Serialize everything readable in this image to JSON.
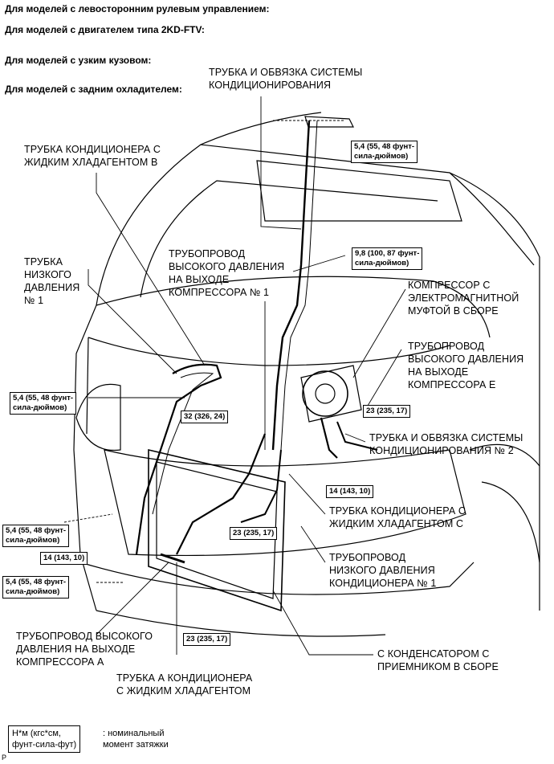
{
  "header_lines": [
    "Для моделей с левосторонним рулевым управлением:",
    "Для моделей с двигателем типа 2KD-FTV:",
    "Для моделей с узким кузовом:",
    "Для моделей с задним охладителем:"
  ],
  "part_labels": {
    "ac_tube_accessory": [
      "ТРУБКА И ОБВЯЗКА СИСТЕМЫ",
      "КОНДИЦИОНИРОВАНИЯ"
    ],
    "liquid_tube_b": [
      "ТРУБКА КОНДИЦИОНЕРА С",
      "ЖИДКИМ ХЛАДАГЕНТОМ В"
    ],
    "low_pressure_tube_1": [
      "ТРУБКА",
      "НИЗКОГО",
      "ДАВЛЕНИЯ",
      "№ 1"
    ],
    "discharge_hose_1": [
      "ТРУБОПРОВОД",
      "ВЫСОКОГО ДАВЛЕНИЯ",
      "НА ВЫХОДЕ",
      "КОМПРЕССОРА № 1"
    ],
    "compressor": [
      "КОМПРЕССОР С",
      "ЭЛЕКТРОМАГНИТНОЙ",
      "МУФТОЙ В СБОРЕ"
    ],
    "discharge_hose_e": [
      "ТРУБОПРОВОД",
      "ВЫСОКОГО ДАВЛЕНИЯ",
      "НА ВЫХОДЕ",
      "КОМПРЕССОРА Е"
    ],
    "ac_tube_accessory_2": [
      "ТРУБКА И ОБВЯЗКА СИСТЕМЫ",
      "КОНДИЦИОНИРОВАНИЯ № 2"
    ],
    "liquid_tube_c": [
      "ТРУБКА КОНДИЦИОНЕРА С",
      "ЖИДКИМ ХЛАДАГЕНТОМ С"
    ],
    "low_pressure_hose_1": [
      "ТРУБОПРОВОД",
      "НИЗКОГО ДАВЛЕНИЯ",
      "КОНДИЦИОНЕРА № 1"
    ],
    "condenser": [
      "С КОНДЕНСАТОРОМ С",
      "ПРИЕМНИКОМ В СБОРЕ"
    ],
    "discharge_hose_a": [
      "ТРУБОПРОВОД ВЫСОКОГО",
      "ДАВЛЕНИЯ НА ВЫХОДЕ",
      "КОМПРЕССОРА А"
    ],
    "liquid_tube_a": [
      "ТРУБКА А КОНДИЦИОНЕРА",
      "С ЖИДКИМ ХЛАДАГЕНТОМ"
    ]
  },
  "torque_boxes": {
    "t_top_right": [
      "5,4 (55, 48 фунт-",
      "сила-дюймов)"
    ],
    "t_mid_right": [
      "9,8 (100, 87 фунт-",
      "сила-дюймов)"
    ],
    "t_left_upper": [
      "5,4 (55, 48 фунт-",
      "сила-дюймов)"
    ],
    "t_center_32": [
      "32 (326, 24)"
    ],
    "t_right_23": [
      "23 (235, 17)"
    ],
    "t_right_14": [
      "14 (143, 10)"
    ],
    "t_left_mid": [
      "5,4 (55, 48 фунт-",
      "сила-дюймов)"
    ],
    "t_left_14": [
      "14 (143, 10)"
    ],
    "t_center_23": [
      "23 (235, 17)"
    ],
    "t_left_low": [
      "5,4 (55, 48 фунт-",
      "сила-дюймов)"
    ],
    "t_bottom_23": [
      "23 (235, 17)"
    ]
  },
  "legend": {
    "unit_lines": [
      "Н*м (кгс*см,",
      "фунт-сила-фут)"
    ],
    "meaning_lines": [
      ": номинальный",
      "момент затяжки"
    ]
  },
  "corner_mark": "P"
}
